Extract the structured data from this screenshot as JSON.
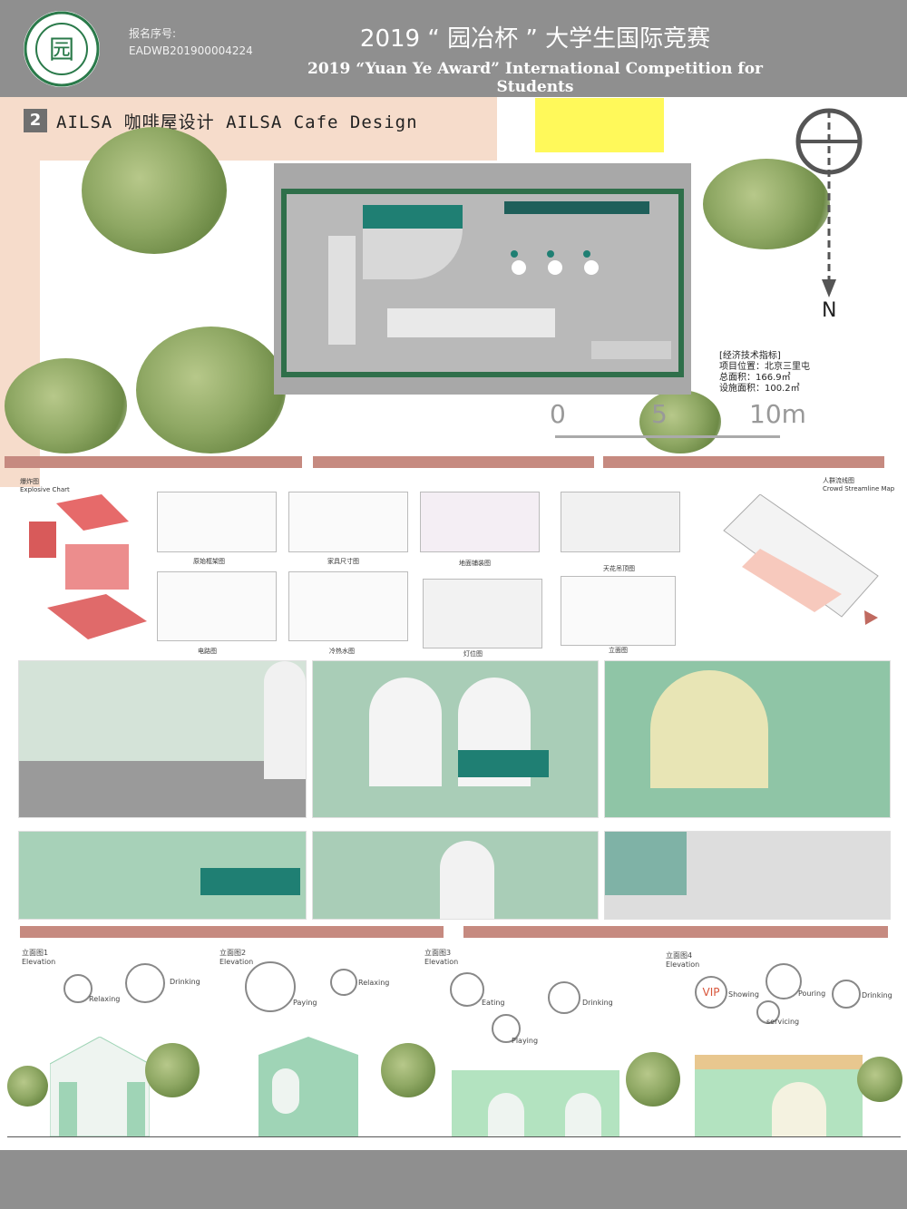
{
  "header": {
    "registration_label": "报名序号:",
    "registration_number": "EADWB201900004224",
    "title_cn": "2019 “ 园冶杯 ” 大学生国际竞赛",
    "title_en": "2019 “Yuan Ye Award” International Competition for  Students"
  },
  "section": {
    "number": "2",
    "title": "AILSA 咖啡屋设计 AILSA Cafe Design"
  },
  "compass": {
    "north_label": "N"
  },
  "scale_bar": {
    "ticks": [
      "0",
      "5",
      "10m"
    ]
  },
  "tech_index": {
    "heading": "[经济技术指标]",
    "location": "项目位置：北京三里屯",
    "total_area": "总面积：166.9㎡",
    "facility_area": "设施面积：100.2㎡"
  },
  "analysis": {
    "explosive_cn": "爆炸图",
    "explosive_en": "Explosive Chart",
    "drawings": [
      "原始框架图",
      "家具尺寸图",
      "地面铺装图",
      "天花吊顶图",
      "电路图",
      "冷热水图",
      "灯位图",
      "立面图"
    ],
    "streamline_cn": "人群流线图",
    "streamline_en": "Crowd Streamline Map"
  },
  "elevations": [
    {
      "title": "立面图1",
      "subtitle": "Elevation",
      "icons": [
        "Relaxing",
        "Drinking"
      ]
    },
    {
      "title": "立面图2",
      "subtitle": "Elevation",
      "icons": [
        "Paying",
        "Relaxing"
      ]
    },
    {
      "title": "立面图3",
      "subtitle": "Elevation",
      "icons": [
        "Eating",
        "Playing",
        "Drinking"
      ]
    },
    {
      "title": "立面图4",
      "subtitle": "Elevation",
      "icons": [
        "Showing",
        "servicing",
        "Pouring",
        "Drinking"
      ],
      "vip_label": "VIP"
    }
  ],
  "colors": {
    "header_gray": "#8f8f8f",
    "accent_rose": "#c68a80",
    "mint": "#9fd4b6",
    "teal": "#1f7f73",
    "green_wall": "#2f7a4f"
  }
}
